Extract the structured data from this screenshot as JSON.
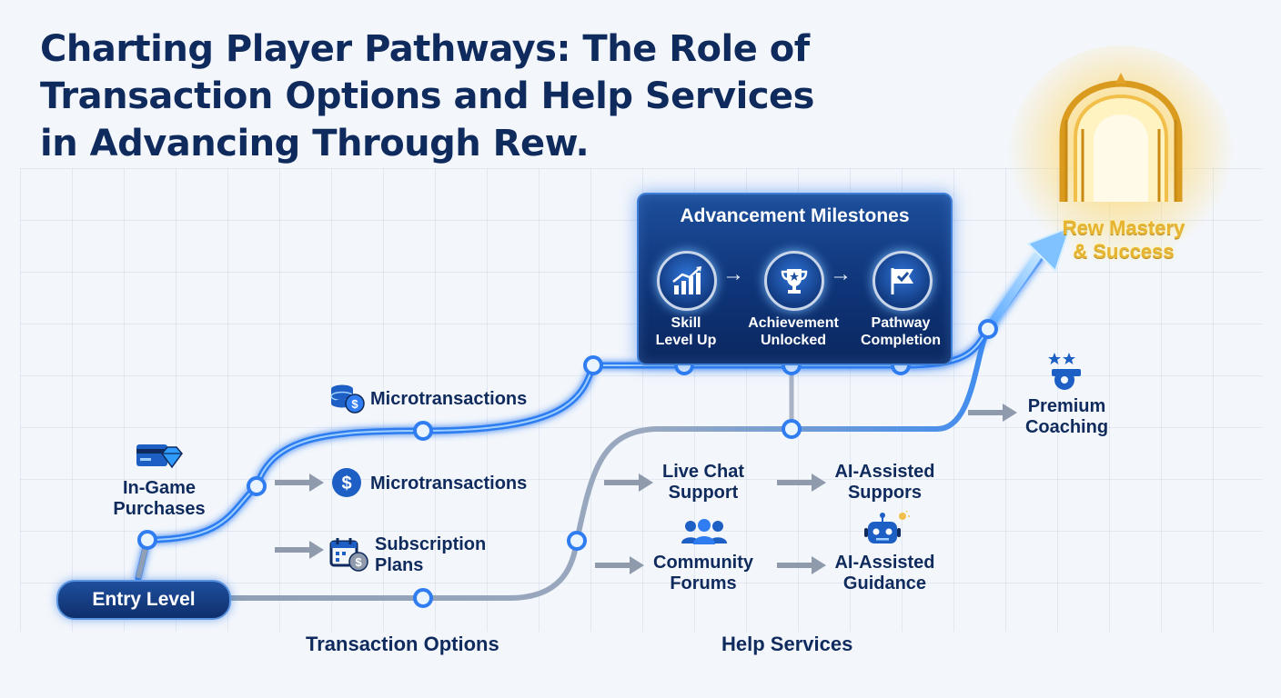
{
  "title": {
    "line1": "Charting Player Pathways: The Role of",
    "line2": "Transaction Options and Help Services",
    "line3": "in Advancing Through Rew."
  },
  "milestones": {
    "title": "Advancement Milestones",
    "items": [
      {
        "line1": "Skill",
        "line2": "Level Up",
        "icon": "chart-growth-icon"
      },
      {
        "line1": "Achievement",
        "line2": "Unlocked",
        "icon": "trophy-icon"
      },
      {
        "line1": "Pathway",
        "line2": "Completion",
        "icon": "flag-check-icon"
      }
    ]
  },
  "goal": {
    "line1": "Rew Mastery",
    "line2": "& Success",
    "icon": "golden-gate-icon"
  },
  "entry": {
    "label": "Entry Level"
  },
  "transactions": {
    "in_game": {
      "line1": "In-Game",
      "line2": "Purchases",
      "icon": "card-gem-icon"
    },
    "micro_top": {
      "label": "Microtransactions",
      "icon": "coin-stack-icon"
    },
    "micro_mid": {
      "label": "Microtransactions",
      "icon": "dollar-coin-icon"
    },
    "subscription": {
      "line1": "Subscription",
      "line2": "Plans",
      "icon": "calendar-dollar-icon"
    }
  },
  "help": {
    "live_chat": {
      "line1": "Live Chat",
      "line2": "Support"
    },
    "ai_support": {
      "line1": "AI-Assisted",
      "line2": "Suppors"
    },
    "forums": {
      "line1": "Community",
      "line2": "Forums",
      "icon": "people-icon"
    },
    "ai_guidance": {
      "line1": "AI-Assisted",
      "line2": "Guidance",
      "icon": "robot-icon"
    },
    "coaching": {
      "line1": "Premium",
      "line2": "Coaching",
      "icon": "whistle-icon"
    }
  },
  "sections": {
    "transaction_options": "Transaction Options",
    "help_services": "Help Services"
  },
  "colors": {
    "navy": "#0f2a5c",
    "path_blue": "#2f7df0",
    "path_glow": "#9fd0ff",
    "gold": "#e7b530"
  }
}
